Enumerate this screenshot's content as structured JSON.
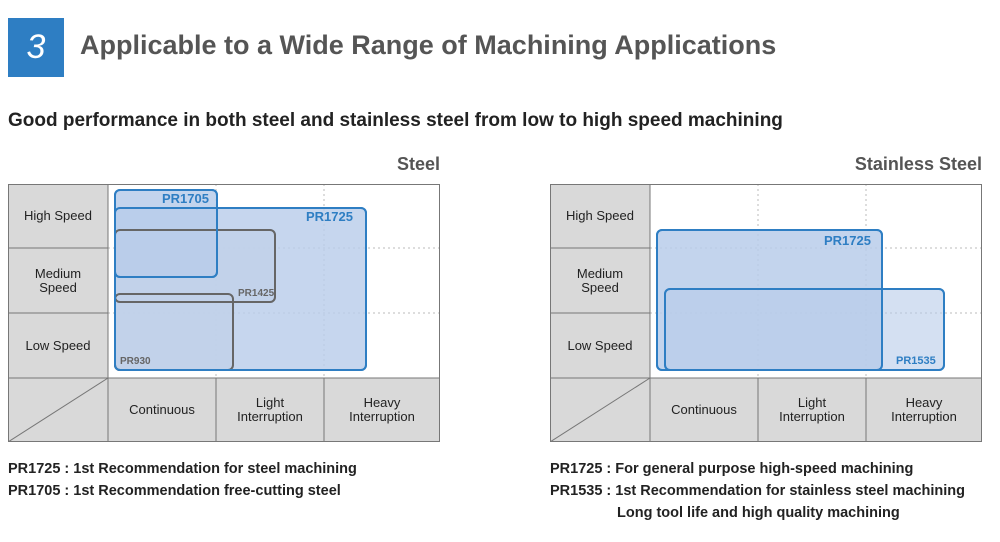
{
  "header": {
    "number": "3",
    "title": "Applicable to a Wide Range of Machining Applications",
    "subtitle": "Good performance in both steel and stainless steel from low to high speed machining"
  },
  "colors": {
    "accent": "#2e7ec3",
    "label_bg": "#d9d9d9",
    "blue_fill": "#b9cdeb",
    "gray_fill": "#e5e5e5"
  },
  "steel": {
    "title": "Steel",
    "rows": [
      "High Speed",
      "Medium\nSpeed",
      "Low Speed"
    ],
    "cols": [
      "Continuous",
      "Light\nInterruption",
      "Heavy\nInterruption"
    ],
    "boxes": {
      "pr1705": "PR1705",
      "pr1725": "PR1725",
      "pr1425": "PR1425",
      "pr930": "PR930"
    },
    "notes": [
      "PR1725 : 1st Recommendation for steel machining",
      "PR1705 : 1st Recommendation free-cutting steel"
    ]
  },
  "stainless": {
    "title": "Stainless Steel",
    "rows": [
      "High Speed",
      "Medium\nSpeed",
      "Low Speed"
    ],
    "cols": [
      "Continuous",
      "Light\nInterruption",
      "Heavy\nInterruption"
    ],
    "boxes": {
      "pr1725": "PR1725",
      "pr1535": "PR1535"
    },
    "notes": [
      "PR1725 : For general purpose high-speed machining",
      "PR1535 : 1st Recommendation for stainless steel machining",
      "Long tool life and high quality machining"
    ]
  }
}
